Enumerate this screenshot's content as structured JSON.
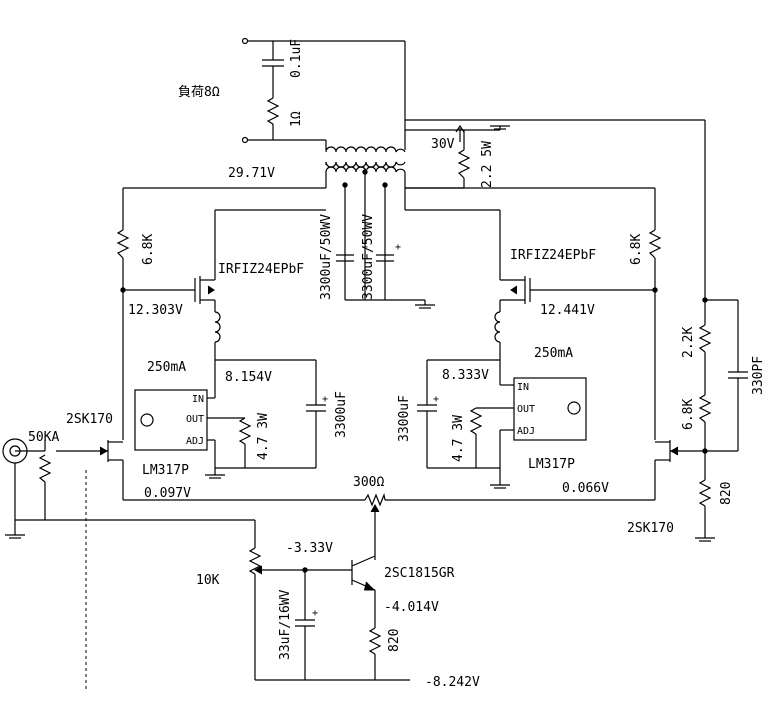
{
  "labels": {
    "load": "負荷8Ω",
    "snubber_r": "1Ω",
    "snubber_c": "0.1uF",
    "v_supply": "29.71V",
    "v_30": "30V",
    "r_bleed": "2.2 5W",
    "cap_a": "3300uF/50WV",
    "cap_b": "3300uF/50WV",
    "mosfet_left": "IRFIZ24EPbF",
    "mosfet_right": "IRFIZ24EPbF",
    "r_drain_left": "6.8K",
    "r_drain_right": "6.8K",
    "v_gate_left": "12.303V",
    "v_gate_right": "12.441V",
    "i_left": "250mA",
    "i_right": "250mA",
    "v_reg_left": "8.154V",
    "v_reg_right": "8.333V",
    "pin_in": "IN",
    "pin_out": "OUT",
    "pin_adj": "ADJ",
    "reg_left": "LM317P",
    "reg_right": "LM317P",
    "r_reg_left": "4.7 3W",
    "r_reg_right": "4.7 3W",
    "cap_reg_left": "3300uF",
    "cap_reg_right": "3300uF",
    "jfet_left": "2SK170",
    "jfet_right": "2SK170",
    "pot_input": "50KA",
    "v_source_left": "0.097V",
    "v_source_right": "0.066V",
    "pot_balance": "300Ω",
    "r_fb_a": "2.2K",
    "r_fb_b": "6.8K",
    "c_fb": "330PF",
    "r_fb_c": "820",
    "pot_bias": "10K",
    "v_base": "-3.33V",
    "transistor": "2SC1815GR",
    "v_emitter": "-4.014V",
    "cap_bias": "33uF/16WV",
    "r_emitter": "820",
    "v_neg": "-8.242V"
  }
}
